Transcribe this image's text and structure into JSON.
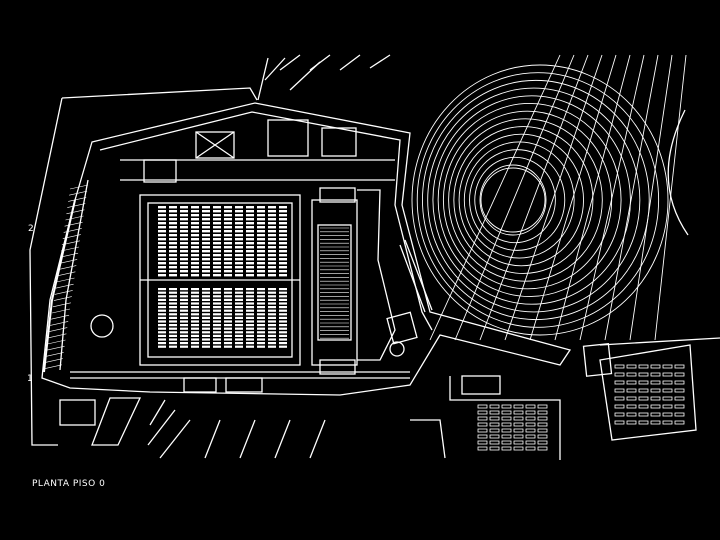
{
  "drawing": {
    "caption": "PLANTA PISO 0",
    "axis_labels": [
      "2",
      "1"
    ],
    "stroke_color": "#ffffff",
    "background_color": "#000000",
    "auditorium": {
      "seat_rows_per_block": 18,
      "seat_blocks": 12
    }
  }
}
